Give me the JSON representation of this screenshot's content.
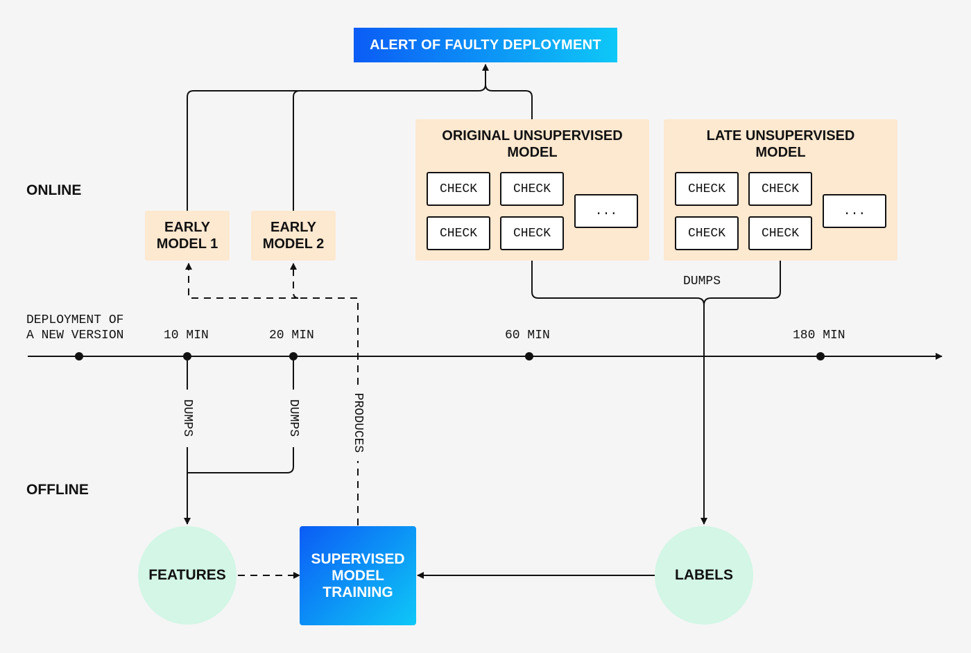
{
  "alert": {
    "label": "ALERT OF FAULTY DEPLOYMENT"
  },
  "sections": {
    "online": "ONLINE",
    "offline": "OFFLINE"
  },
  "early_models": [
    {
      "label": "EARLY\nMODEL 1"
    },
    {
      "label": "EARLY\nMODEL 2"
    }
  ],
  "groups": [
    {
      "title": "ORIGINAL  UNSUPERVISED\nMODEL",
      "checks": [
        "CHECK",
        "CHECK",
        "CHECK",
        "CHECK"
      ],
      "more": "..."
    },
    {
      "title": "LATE  UNSUPERVISED\nMODEL",
      "checks": [
        "CHECK",
        "CHECK",
        "CHECK",
        "CHECK"
      ],
      "more": "..."
    }
  ],
  "timeline": {
    "start_label": "DEPLOYMENT OF\nA NEW VERSION",
    "marks": [
      "10 MIN",
      "20 MIN",
      "60 MIN",
      "180 MIN"
    ]
  },
  "edges": {
    "dumps_top": "DUMPS",
    "dumps_left": "DUMPS",
    "dumps_right": "DUMPS",
    "produces": "PRODUCES"
  },
  "nodes": {
    "features": "FEATURES",
    "training": "SUPERVISED\nMODEL\nTRAINING",
    "labels": "LABELS"
  },
  "colors": {
    "accent_start": "#0b5cf5",
    "accent_end": "#0ec8f7",
    "peach": "#fde8d0",
    "mint": "#d3f6e6"
  }
}
